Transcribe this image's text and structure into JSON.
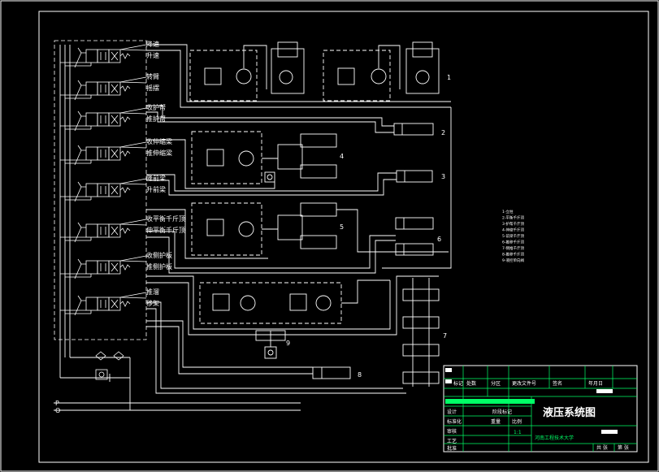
{
  "valve_labels": [
    [
      "降速",
      "升速"
    ],
    [
      "转臂",
      "摇摆"
    ],
    [
      "收护帮",
      "推护帮"
    ],
    [
      "收伸缩梁",
      "推伸缩梁"
    ],
    [
      "降前梁",
      "升前梁"
    ],
    [
      "收平衡千斤顶",
      "伸平衡千斤顶"
    ],
    [
      "收侧护板",
      "推侧护板"
    ],
    [
      "推溜",
      "移架"
    ]
  ],
  "component_numbers": [
    "1",
    "2",
    "3",
    "4",
    "5",
    "6",
    "7",
    "8",
    "9"
  ],
  "legend_lines": [
    "1-立柱",
    "2-平衡千斤顶",
    "3-护帮千斤顶",
    "4-伸缩千斤顶",
    "5-前梁千斤顶",
    "6-推移千斤顶",
    "7-侧推千斤顶",
    "8-推移千斤顶",
    "9-液控单向阀"
  ],
  "supply_labels": [
    "P",
    "O"
  ],
  "title_block": {
    "drawing_title": "液压系统图",
    "school": "河南工程技术大学",
    "header_cells": [
      "标记",
      "处数",
      "分区",
      "更改文件号",
      "签名",
      "年月日"
    ],
    "role_cells": [
      "设计",
      "标准化",
      "审核",
      "工艺",
      "批准"
    ],
    "field_cells": [
      "阶段标记",
      "重量",
      "比例",
      "共 张",
      "第 张"
    ],
    "scale": "1:1"
  }
}
